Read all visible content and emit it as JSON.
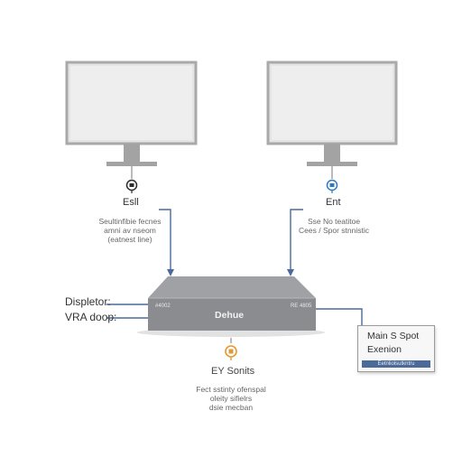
{
  "monitors": {
    "left": {
      "port_label": "Esll",
      "caption_lines": [
        "Seultinfibie fecnes",
        "amni av nseom",
        "(eatnest line)"
      ]
    },
    "right": {
      "port_label": "Ent",
      "caption_lines": [
        "Sse No teatitoe",
        "Cees / Spor stnnistic"
      ]
    }
  },
  "device": {
    "brand": "Dehue",
    "left_tag": "#4002",
    "right_tag": "RE 4805"
  },
  "side_labels": [
    "Displetor:",
    "VRA doop:"
  ],
  "bottom": {
    "port_label": "EY Sonits",
    "caption_lines": [
      "Fect sstinty ofenspal",
      "oleity sifielrs",
      "dsie mecban"
    ]
  },
  "popup": {
    "line1": "Main S Spot",
    "line2": "Exenion",
    "button_label": "Eetnliolsutkntru"
  },
  "colors": {
    "arrow": "#4a6a9a",
    "monitor_frame": "#a9a9a9",
    "screen": "#eeeeee",
    "device": "#8a8c90",
    "port_left": "#2b2b2b",
    "port_right": "#2f78c4",
    "port_bottom": "#e09a30"
  }
}
